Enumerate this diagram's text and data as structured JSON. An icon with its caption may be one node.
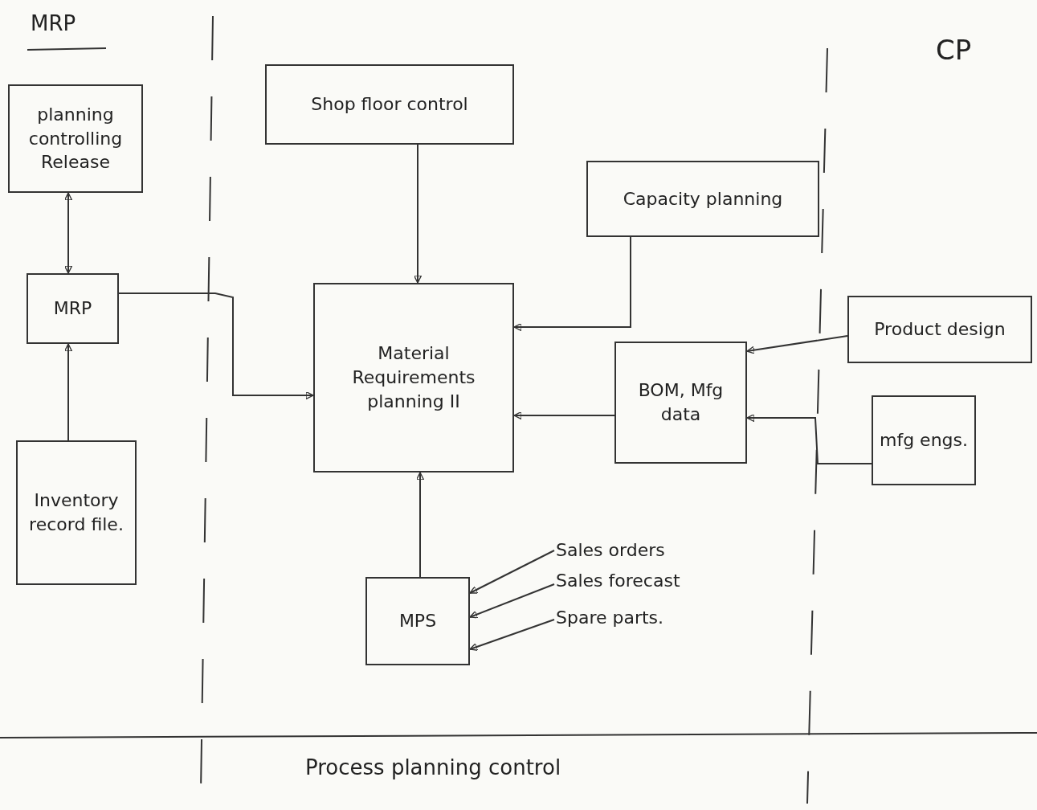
{
  "diagram": {
    "nodes": [
      {
        "text": [
          "planning controlling Release"
        ]
      },
      {
        "text": [
          "MRP"
        ]
      },
      {
        "text": [
          "Inventory record file."
        ]
      },
      {
        "text": [
          "Shop floor control"
        ]
      },
      {
        "text": [
          "Capacity planning"
        ]
      },
      {
        "text": [
          "Material Requirements planning II"
        ]
      },
      {
        "text": [
          "Product design"
        ]
      },
      {
        "text": [
          "BOM, Mfg data"
        ]
      },
      {
        "text": [
          "mfg engs."
        ]
      },
      {
        "text": [
          "MPS"
        ]
      },
      {
        "text": [
          "Sales orders"
        ]
      },
      {
        "text": [
          "Sales forecast"
        ]
      },
      {
        "text": [
          "Spare parts."
        ]
      }
    ],
    "edges": [
      {
        "from": 0,
        "to": 1,
        "arrow": "both"
      },
      {
        "from": 2,
        "to": 1,
        "arrow": "to"
      },
      {
        "from": 1,
        "to": 5,
        "arrow": "to"
      },
      {
        "from": 3,
        "to": 5,
        "arrow": "to"
      },
      {
        "from": 4,
        "to": 5,
        "arrow": "to"
      },
      {
        "from": 7,
        "to": 5,
        "arrow": "to"
      },
      {
        "from": 6,
        "to": 7,
        "arrow": "to"
      },
      {
        "from": 8,
        "to": 7,
        "arrow": "to"
      },
      {
        "from": 9,
        "to": 5,
        "arrow": "to"
      },
      {
        "from": 10,
        "to": 9,
        "arrow": "to"
      },
      {
        "from": 11,
        "to": 9,
        "arrow": "to"
      },
      {
        "from": 12,
        "to": 9,
        "arrow": "to"
      }
    ],
    "labels": [
      "MRP",
      "CP",
      "Process planning control"
    ]
  }
}
